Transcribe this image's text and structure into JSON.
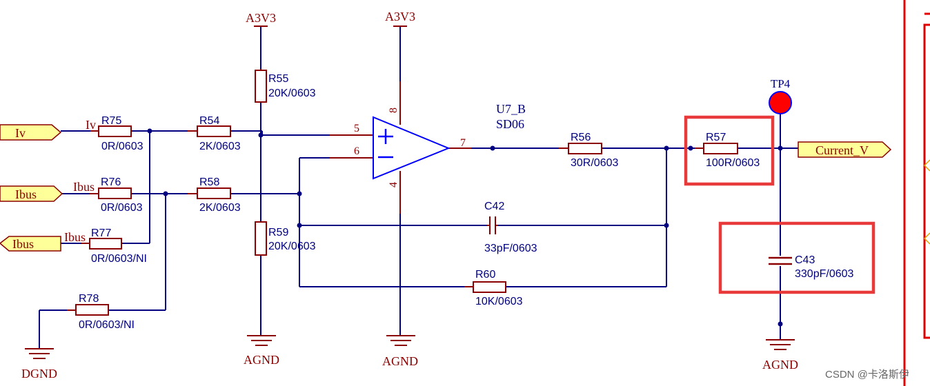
{
  "power_nets": {
    "a3v3_left": "A3V3",
    "a3v3_opamp": "A3V3",
    "agnd_left": "AGND",
    "agnd_opamp": "AGND",
    "agnd_right": "AGND",
    "dgnd": "DGND"
  },
  "ports": {
    "iv": "Iv",
    "ibus_1": "Ibus",
    "ibus_2": "Ibus",
    "current_v": "Current_V"
  },
  "net_labels": {
    "iv": "Iv",
    "ibus_1": "Ibus",
    "ibus_2": "Ibus"
  },
  "components": {
    "r75": {
      "designator": "R75",
      "value": "0R/0603"
    },
    "r54": {
      "designator": "R54",
      "value": "2K/0603"
    },
    "r76": {
      "designator": "R76",
      "value": "0R/0603"
    },
    "r58": {
      "designator": "R58",
      "value": "2K/0603"
    },
    "r77": {
      "designator": "R77",
      "value": "0R/0603/NI"
    },
    "r78": {
      "designator": "R78",
      "value": "0R/0603/NI"
    },
    "r55": {
      "designator": "R55",
      "value": "20K/0603"
    },
    "r59": {
      "designator": "R59",
      "value": "20K/0603"
    },
    "r56": {
      "designator": "R56",
      "value": "30R/0603"
    },
    "r57": {
      "designator": "R57",
      "value": "100R/0603"
    },
    "c42": {
      "designator": "C42",
      "value": "33pF/0603"
    },
    "r60": {
      "designator": "R60",
      "value": "10K/0603"
    },
    "c43": {
      "designator": "C43",
      "value": "330pF/0603"
    },
    "u7": {
      "designator": "U7_B",
      "value": "SD06"
    }
  },
  "opamp_pins": {
    "plus": "5",
    "minus": "6",
    "out": "7",
    "vcc": "8",
    "vee": "4"
  },
  "opamp_symbols": {
    "plus": "+",
    "minus": "−"
  },
  "test_point": {
    "label": "TP4"
  },
  "watermark": "CSDN @卡洛斯伊",
  "colors": {
    "wire": "#000080",
    "component": "#8b0000",
    "opamp": "#0000ff",
    "port_fill": "#ffff99",
    "testpoint_fill": "#ff0000",
    "highlight": "#e83a3a"
  }
}
